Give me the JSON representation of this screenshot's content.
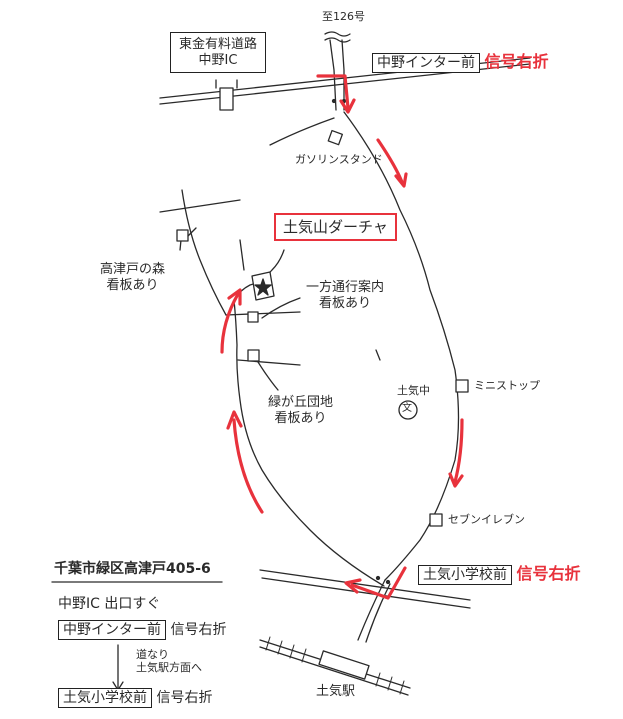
{
  "map": {
    "route_top": "至126号",
    "toll_road_ic": [
      "東金有料道路",
      "中野IC"
    ],
    "signal_nakano": "中野インター前",
    "signal_right_turn": "信号右折",
    "gas_station": "ガソリンスタンド",
    "destination": "土気山ダーチャ",
    "forest_sign": [
      "高津戸の森",
      "看板あり"
    ],
    "oneway_sign": [
      "一方通行案内",
      "看板あり"
    ],
    "midorigaoka_sign": [
      "緑が丘団地",
      "看板あり"
    ],
    "school_label": "土気中",
    "school_symbol": "文",
    "ministop": "ミニストップ",
    "seven_eleven": "セブンイレブン",
    "signal_toke_school": "土気小学校前",
    "signal_right_turn_2": "信号右折",
    "station": "土気駅"
  },
  "directions": {
    "address": "千葉市緑区高津戸405-6",
    "step1": "中野IC 出口すぐ",
    "step2_box": "中野インター前",
    "step2_tail": "信号右折",
    "step3": [
      "道なり",
      "土気駅方面へ"
    ],
    "step4_box": "土気小学校前",
    "step4_tail": "信号右折"
  },
  "colors": {
    "route_arrow": "#e8323c",
    "ink": "#2a2a2a"
  }
}
